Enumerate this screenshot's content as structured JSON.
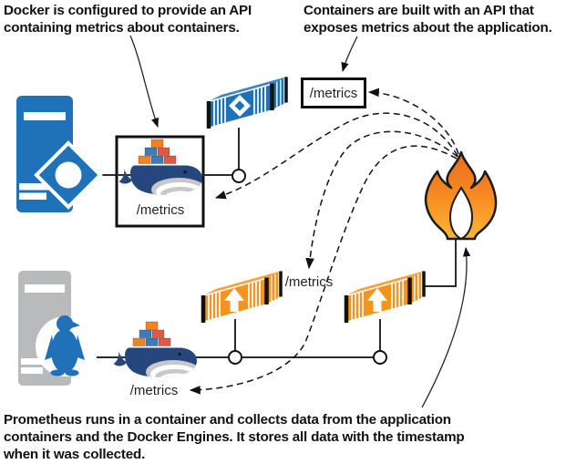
{
  "captions": {
    "top_left": "Docker is configured to provide an API\ncontaining metrics about containers.",
    "top_right": "Containers are built with an API that\nexposes metrics about the application.",
    "bottom": "Prometheus runs in a container and collects data from the application\ncontainers and the Docker Engines. It stores all data with the timestamp\nwhen it was collected."
  },
  "labels": {
    "metrics_box": "/metrics",
    "metrics_engine_top": "/metrics",
    "metrics_app": "/metrics",
    "metrics_engine_bottom": "/metrics"
  },
  "icons": {
    "host_top": "server-tower-gear-icon",
    "host_bottom": "server-tower-penguin-icon",
    "docker_engine_top": "docker-whale-icon",
    "docker_engine_bottom": "docker-whale-icon",
    "app_container_top": "shipping-container-icon",
    "app_container_middle": "shipping-container-icon",
    "app_container_right": "shipping-container-icon",
    "prometheus": "prometheus-flame-icon"
  },
  "colors": {
    "docker_blue": "#1F72B8",
    "whale_navy": "#26477D",
    "container_orange": "#F6921E",
    "server_gray": "#B8BABC",
    "flame_top": "#E96A20",
    "flame_mid": "#F68B21",
    "flame_bottom": "#FCB831",
    "outline": "#1A1A1A"
  }
}
